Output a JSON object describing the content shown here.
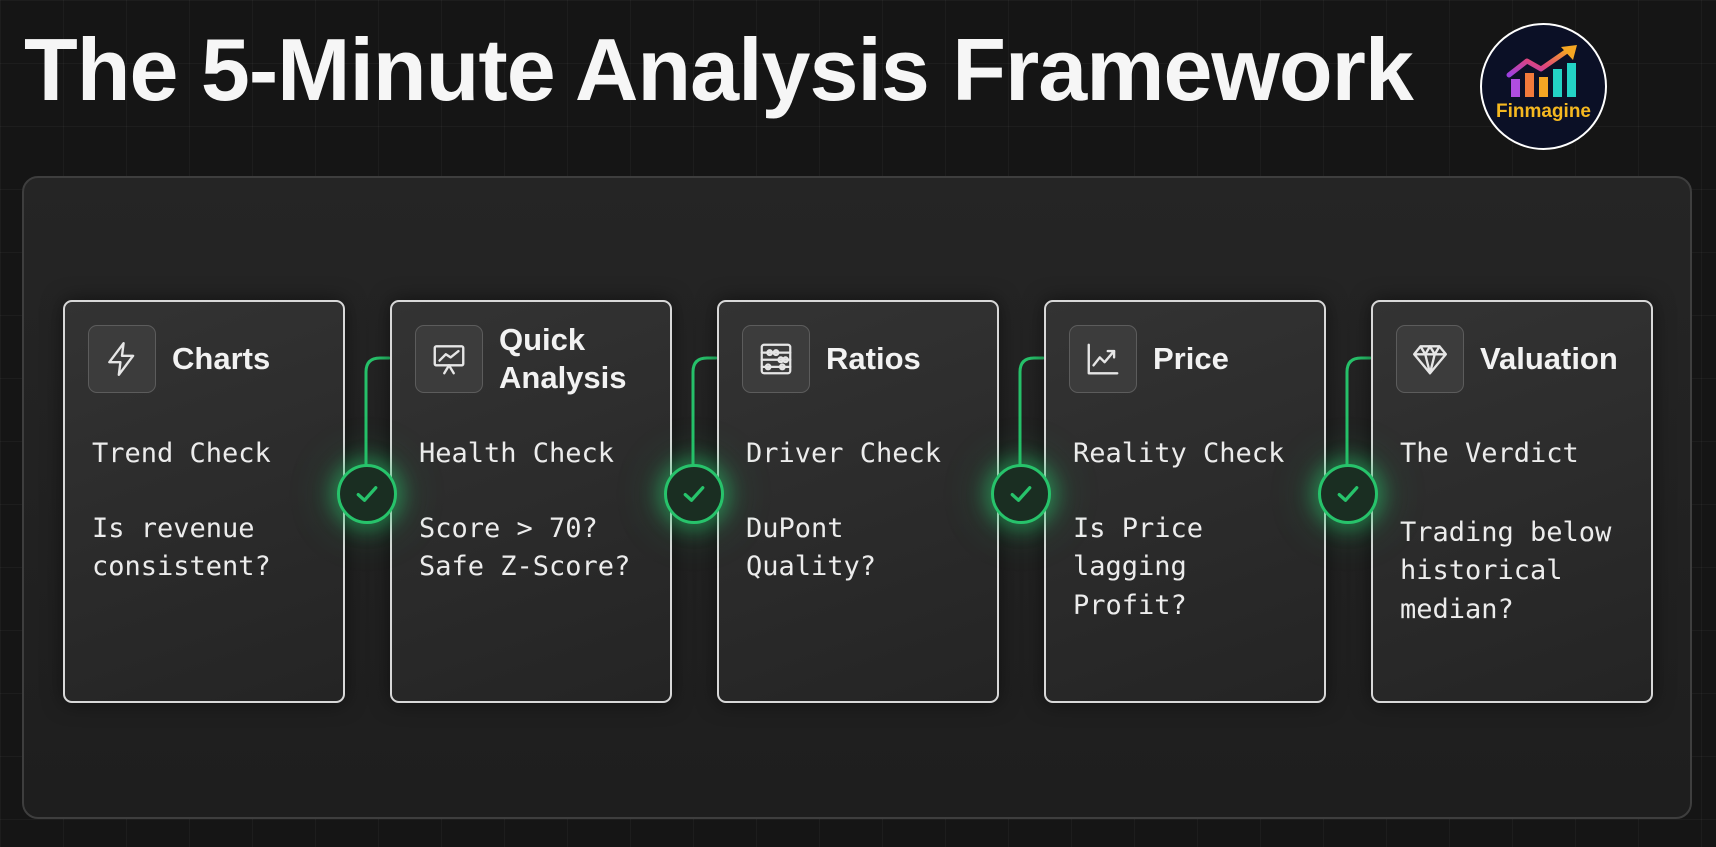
{
  "title": "The 5-Minute Analysis Framework",
  "logo": {
    "text": "Finmagine",
    "colors": {
      "ring": "#ffffff",
      "bg": "#0b1026",
      "text": "#f5b820",
      "bars": [
        "#9b3fe0",
        "#f5a623",
        "#23d3c6"
      ]
    }
  },
  "accent_color": "#27c36b",
  "steps": [
    {
      "icon": "lightning-icon",
      "title": "Charts",
      "check": "Trend Check",
      "question": "Is revenue\nconsistent?"
    },
    {
      "icon": "presentation-chart-icon",
      "title": "Quick\nAnalysis",
      "check": "Health Check",
      "question": "Score > 70?\nSafe Z-Score?"
    },
    {
      "icon": "abacus-icon",
      "title": "Ratios",
      "check": "Driver Check",
      "question": "DuPont\nQuality?"
    },
    {
      "icon": "line-chart-icon",
      "title": "Price",
      "check": "Reality Check",
      "question": "Is Price\nlagging\nProfit?"
    },
    {
      "icon": "diamond-icon",
      "title": "Valuation",
      "check": "The Verdict",
      "question": "Trading below\nhistorical\nmedian?"
    }
  ]
}
